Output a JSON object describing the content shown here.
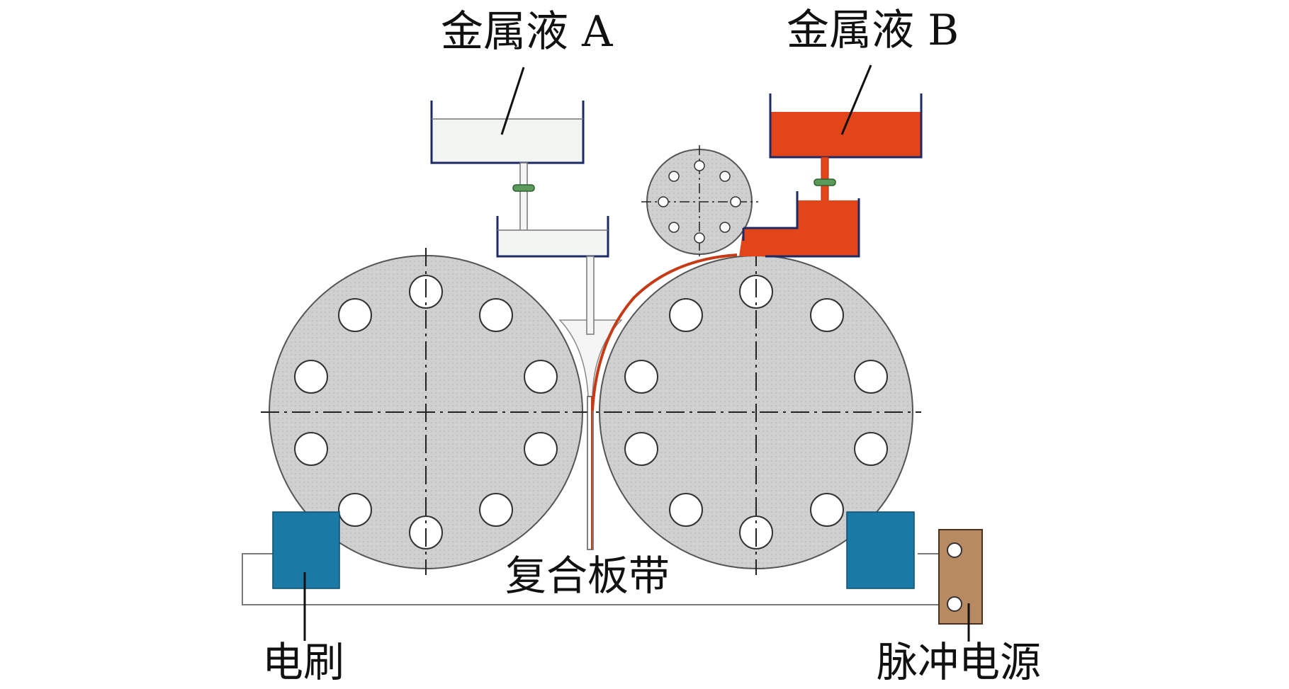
{
  "labels": {
    "metal_a": "金属液 A",
    "metal_b": "金属液 B",
    "strip": "复合板带",
    "brush": "电刷",
    "power": "脉冲电源"
  },
  "colors": {
    "metal_b_liquid": "#e24519",
    "metal_a_liquid": "#f2f4f2",
    "roll_fill": "#d1d1d1",
    "brush_fill": "#1a7aa5",
    "power_box": "#b88a62",
    "valve": "#5a9a5a"
  }
}
